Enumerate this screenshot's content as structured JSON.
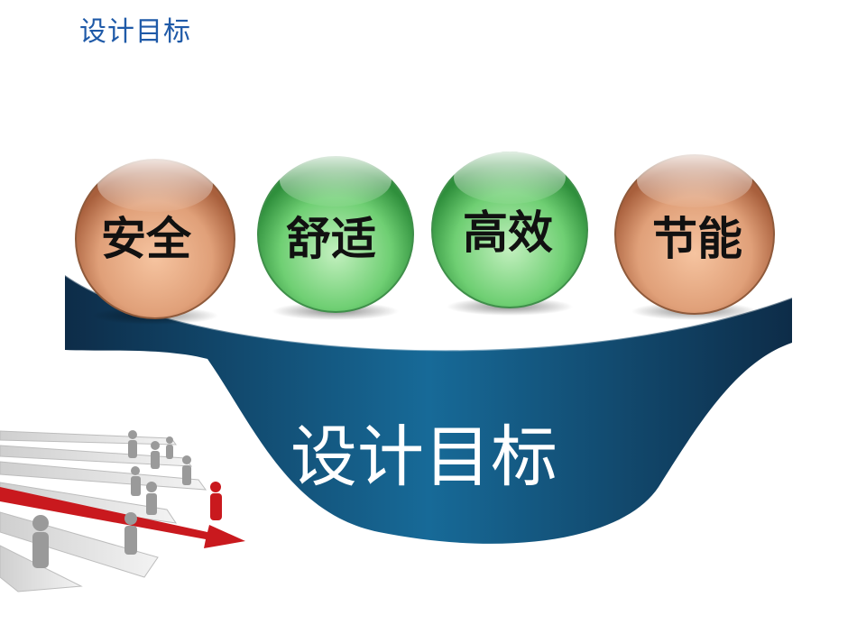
{
  "page": {
    "title": "设计目标"
  },
  "diagram": {
    "center_label": "设计目标",
    "goals": [
      {
        "label": "安全",
        "color": "#e0a079"
      },
      {
        "label": "舒适",
        "color": "#6fcf73"
      },
      {
        "label": "高效",
        "color": "#6fcf73"
      },
      {
        "label": "节能",
        "color": "#e0a079"
      }
    ],
    "colors": {
      "title": "#1f5aa8",
      "band": "#0f5a87",
      "arrow_highlight": "#c9191e"
    }
  }
}
